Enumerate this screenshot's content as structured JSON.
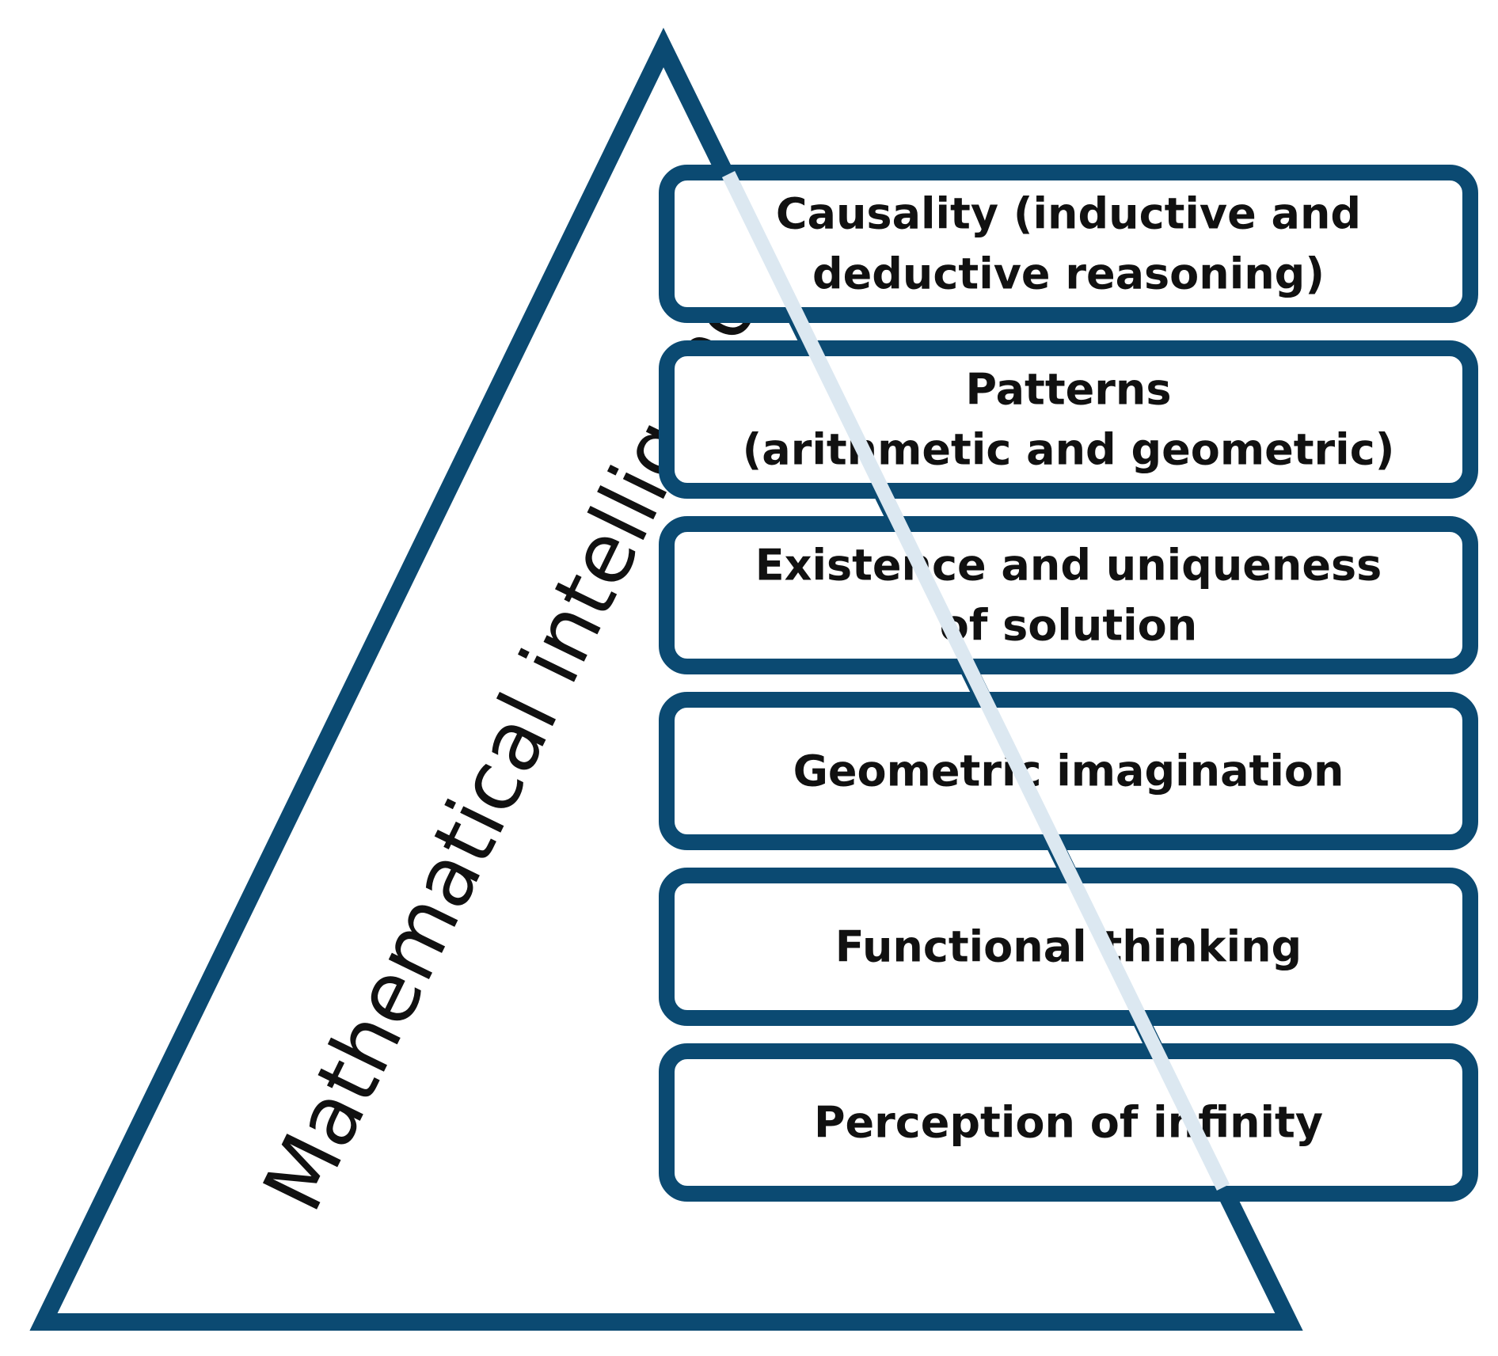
{
  "diagram": {
    "side_label": "Mathematical intelligence",
    "colors": {
      "stroke": "#0b4a72",
      "box_fill": "#ffffff",
      "edge_highlight": "#dce8f1",
      "text": "#111111"
    },
    "levels": [
      {
        "lines": [
          "Causality (inductive and",
          "deductive reasoning)"
        ]
      },
      {
        "lines": [
          "Patterns",
          "(arithmetic and geometric)"
        ]
      },
      {
        "lines": [
          "Existence and uniqueness",
          "of solution"
        ]
      },
      {
        "lines": [
          "Geometric imagination"
        ]
      },
      {
        "lines": [
          "Functional thinking"
        ]
      },
      {
        "lines": [
          "Perception of infinity"
        ]
      }
    ]
  }
}
